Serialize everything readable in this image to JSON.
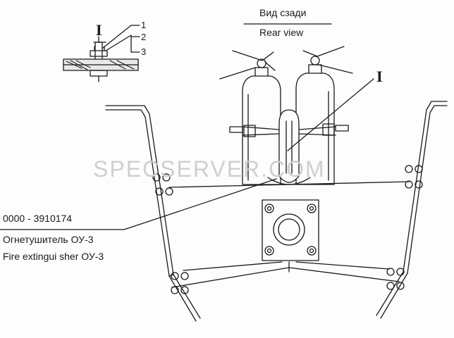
{
  "view": {
    "title_ru": "Вид сзади",
    "title_en": "Rear view"
  },
  "markers": {
    "detail_top": "I",
    "detail_right": "I"
  },
  "callouts": [
    "1",
    "2",
    "3"
  ],
  "part": {
    "number": "0000 - 3910174",
    "name_ru": "Огнетушитель ОУ-3",
    "name_en": "Fire extingui sher ОУ-3"
  },
  "watermark": "SPECSERVER.COM",
  "colors": {
    "line": "#1a1a1a",
    "paper": "#fdfdfd",
    "watermark": "#cfcfcf"
  }
}
